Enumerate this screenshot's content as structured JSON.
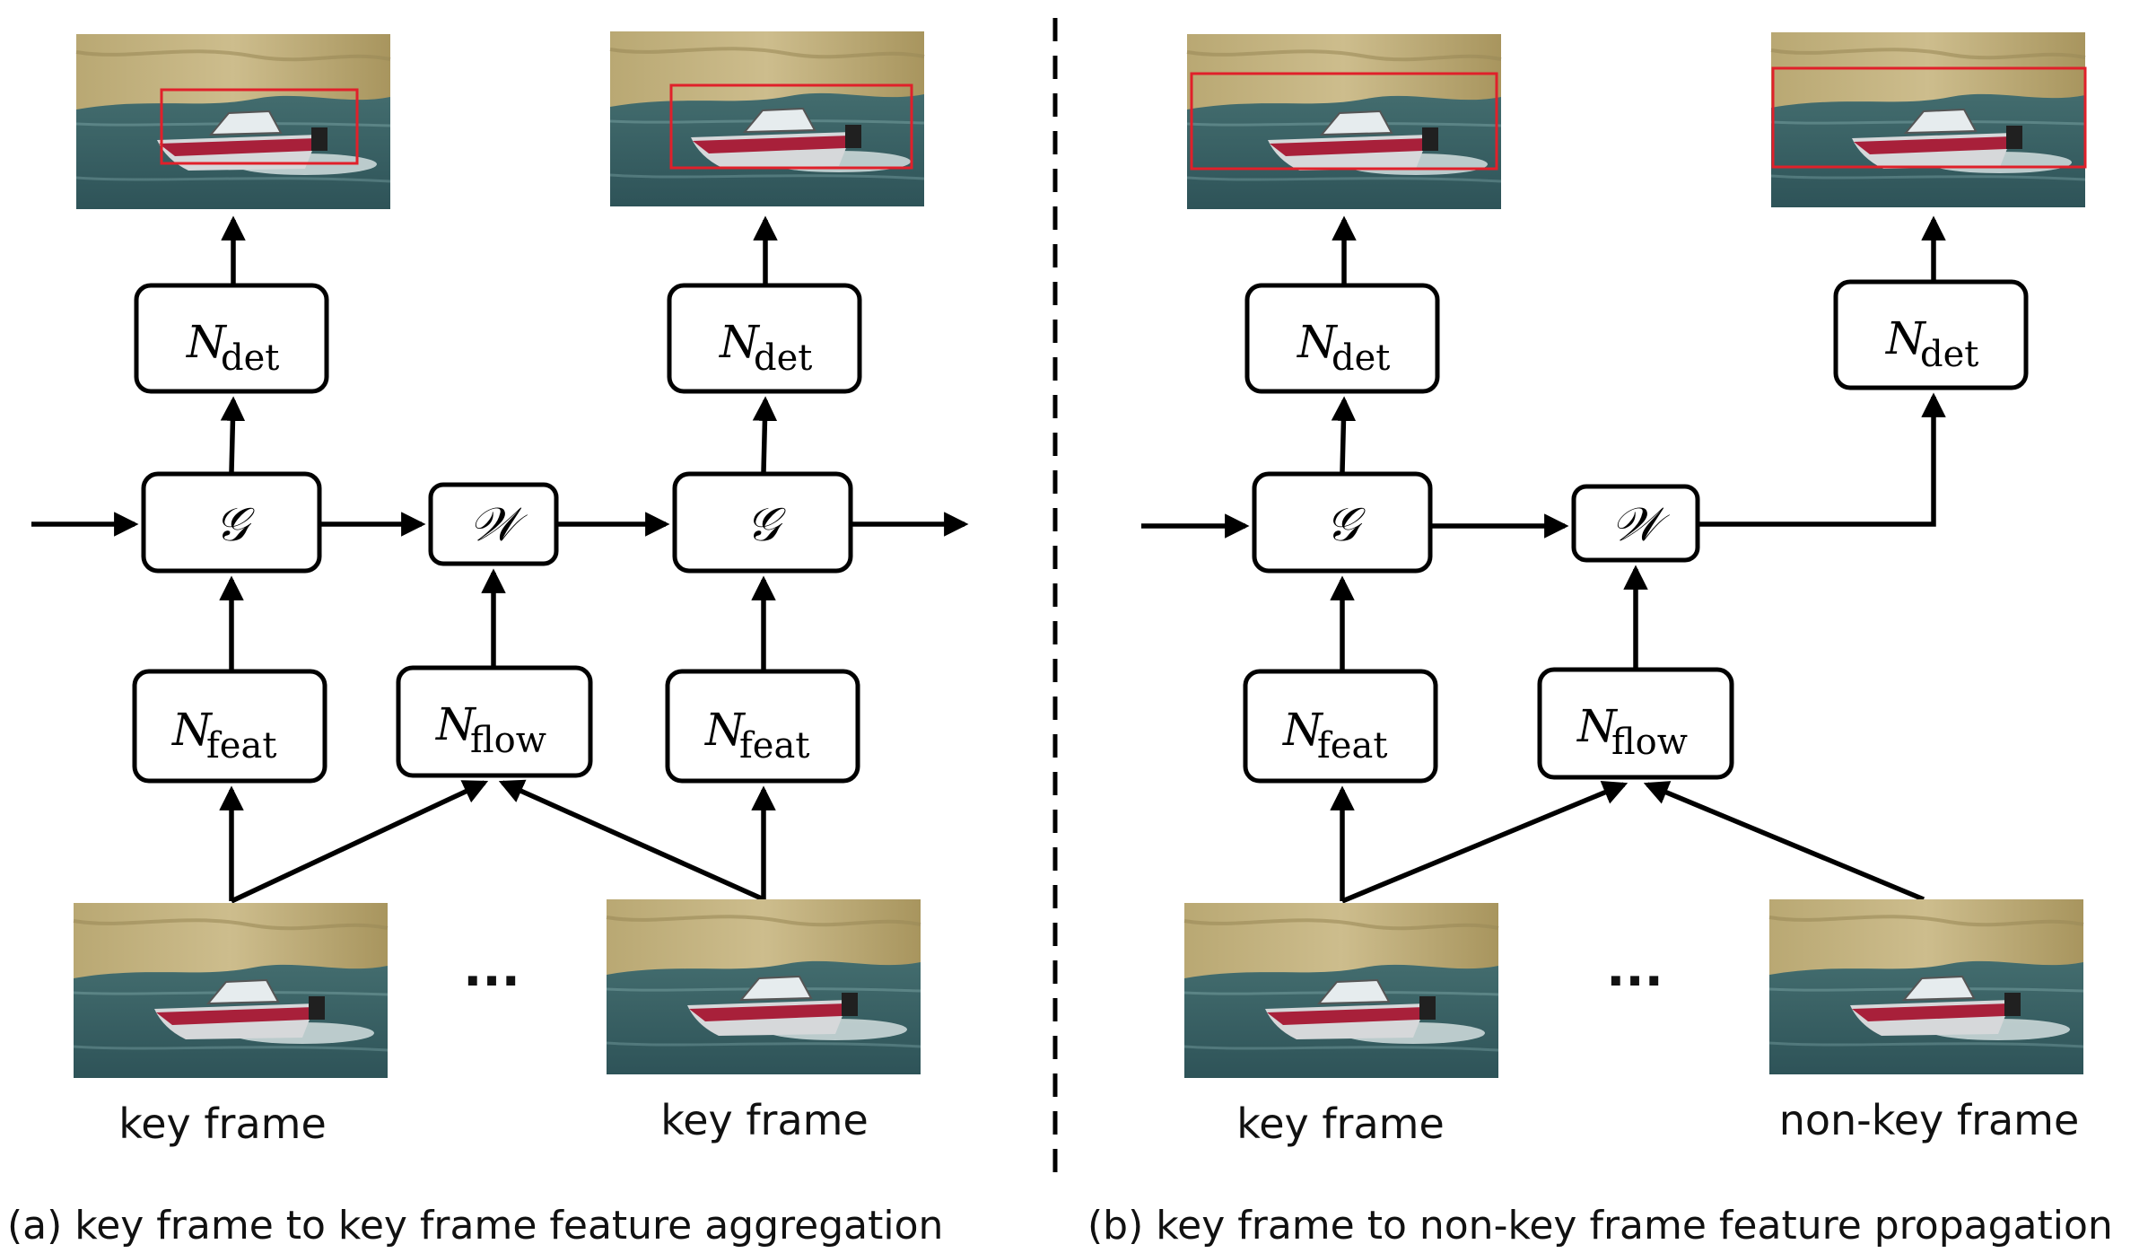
{
  "panel_a": {
    "caption": "(a)  key frame to key frame feature aggregation",
    "frame_label_left": "key frame",
    "frame_label_right": "key frame",
    "dots": "···",
    "det_label": "N",
    "det_sub": "det",
    "feat_label": "N",
    "feat_sub": "feat",
    "flow_label": "N",
    "flow_sub": "flow",
    "aggregate_symbol": "𝒢",
    "warp_symbol": "𝒲"
  },
  "panel_b": {
    "caption": "(b)  key frame to non-key frame feature propagation",
    "frame_label_left": "key frame",
    "frame_label_right": "non-key frame",
    "dots": "···",
    "det_label": "N",
    "det_sub": "det",
    "feat_label": "N",
    "feat_sub": "feat",
    "flow_label": "N",
    "flow_sub": "flow",
    "aggregate_symbol": "𝒢",
    "warp_symbol": "𝒲"
  },
  "colors": {
    "box_stroke": "#000000",
    "detection_box": "#e0202a",
    "water": "#3f6b6e",
    "hill": "#bfae7a",
    "boat_hull": "#a8203a"
  },
  "icons": [
    "boat-image-icon"
  ]
}
